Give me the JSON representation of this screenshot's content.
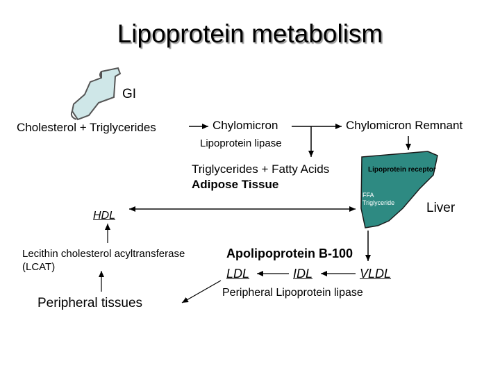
{
  "title": "Lipoprotein metabolism",
  "labels": {
    "gi": "GI",
    "chol_tg": "Cholesterol + Triglycerides",
    "chylomicron": "Chylomicron",
    "chylo_remnant": "Chylomicron Remnant",
    "lpl": "Lipoprotein lipase",
    "tg_fa": "Triglycerides + Fatty Acids",
    "adipose": "Adipose Tissue",
    "lipo_receptor": "Lipoprotein receptor",
    "ffa": "FFA",
    "triglyceride": "Triglyceride",
    "liver": "Liver",
    "hdl": "HDL",
    "lcat_line1": "Lecithin cholesterol acyltransferase",
    "lcat_line2": "(LCAT)",
    "peripheral_tissues": "Peripheral tissues",
    "apob100": "Apolipoprotein B-100",
    "ldl": "LDL",
    "idl": "IDL",
    "vldl": "VLDL",
    "peripheral_lpl": "Peripheral Lipoprotein lipase"
  },
  "colors": {
    "gi_fill": "#cfe7e8",
    "liver_fill": "#2e8a82",
    "liver_stroke": "#1a1a1a",
    "title_shadow": "#9a9a9a"
  }
}
